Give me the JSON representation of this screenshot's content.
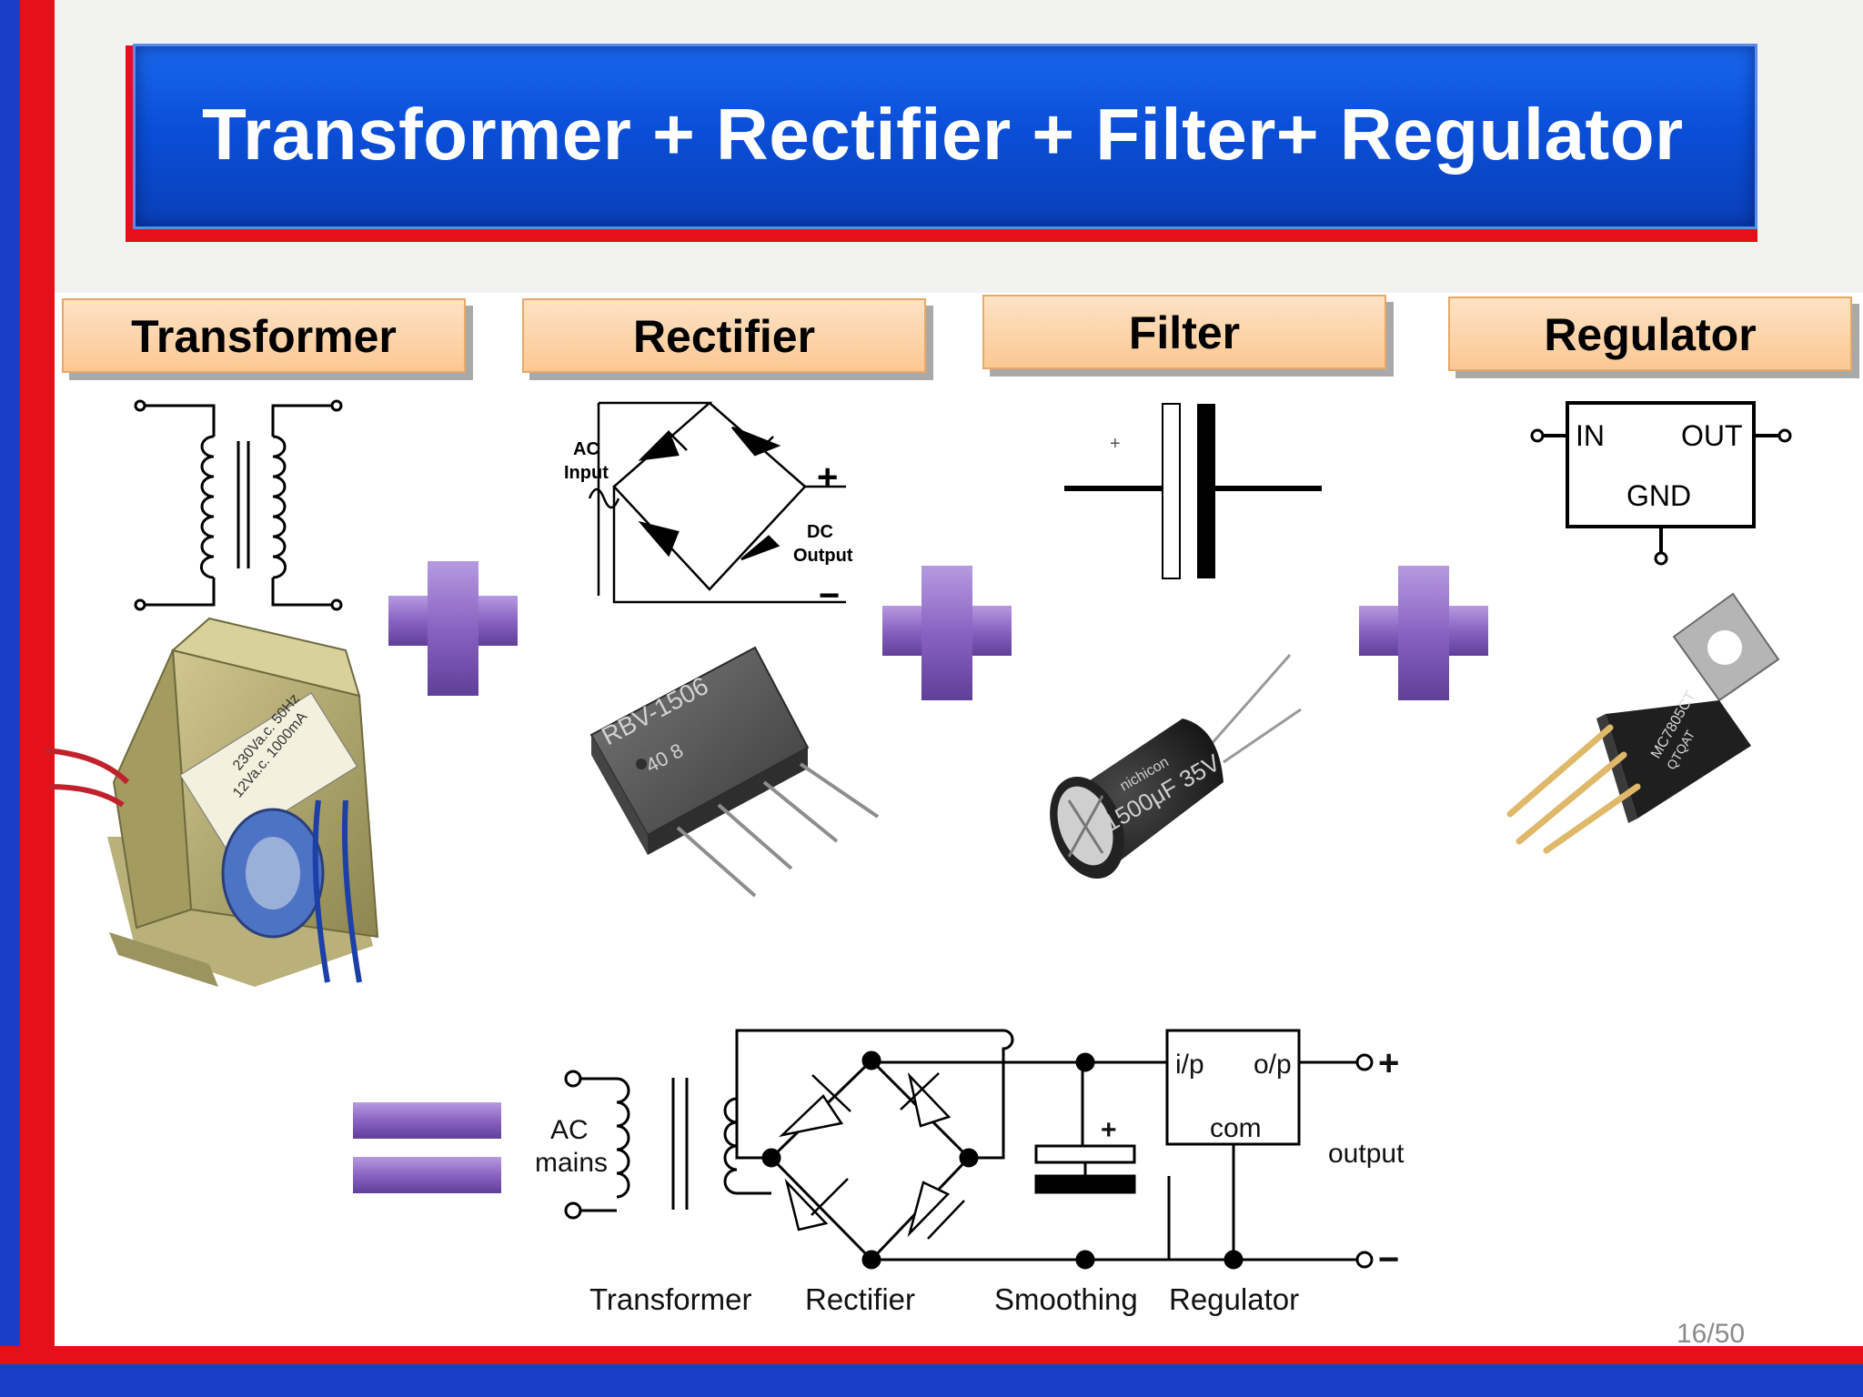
{
  "slide": {
    "title": "Transformer + Rectifier + Filter+ Regulator",
    "page_number": "16/50"
  },
  "headers": {
    "transformer": "Transformer",
    "rectifier": "Rectifier",
    "filter": "Filter",
    "regulator": "Regulator"
  },
  "rectifier_symbol": {
    "ac_input_line1": "AC",
    "ac_input_line2": "Input",
    "dc_output_line1": "DC",
    "dc_output_line2": "Output",
    "plus": "+",
    "minus": "−"
  },
  "filter_symbol": {
    "plus": "+"
  },
  "regulator_symbol": {
    "in": "IN",
    "out": "OUT",
    "gnd": "GND"
  },
  "photo_labels": {
    "transformer_label": "230Va.c. 50Hz",
    "transformer_label2": "12Va.c. 1000mA",
    "bridge_model": "RBV-1506",
    "bridge_code": "40   8",
    "capacitor_label": "1500μF 35V",
    "capacitor_brand": "nichicon",
    "regulator_model": "MC7805CT",
    "regulator_code": "QTQAT"
  },
  "circuit": {
    "ac_line1": "AC",
    "ac_line2": "mains",
    "ip": "i/p",
    "op": "o/p",
    "com": "com",
    "output": "output",
    "plus": "+",
    "minus": "−",
    "cap_plus": "+",
    "labels": [
      "Transformer",
      "Rectifier",
      "Smoothing",
      "Regulator"
    ]
  },
  "colors": {
    "title_blue": "#0a4fd8",
    "frame_red": "#e4101a",
    "frame_blue": "#1a3ec8",
    "header_orange": "#fbc893",
    "operator_purple": "#8a63c2"
  }
}
